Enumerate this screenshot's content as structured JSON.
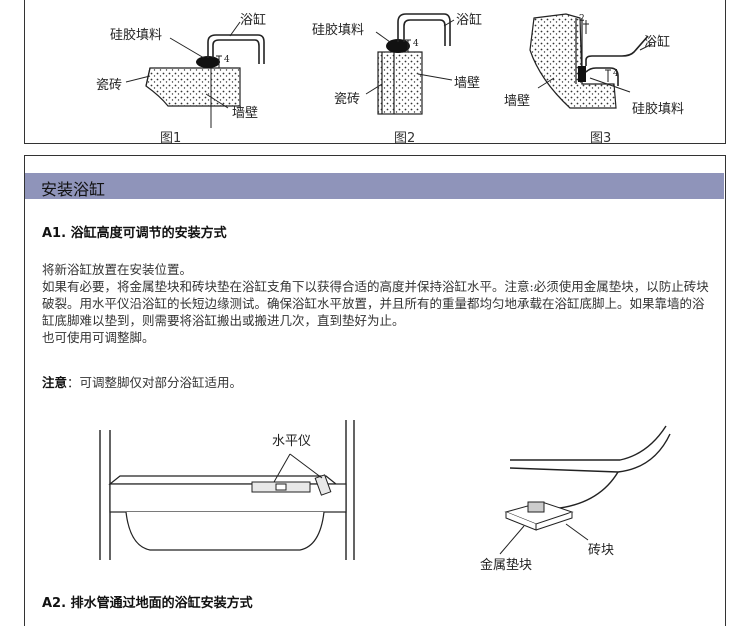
{
  "figures": [
    {
      "caption": "图1",
      "labels": {
        "sealant": "硅胶填料",
        "bathtub": "浴缸",
        "tile": "瓷砖",
        "wall": "墙壁",
        "gap": "4"
      }
    },
    {
      "caption": "图2",
      "labels": {
        "sealant": "硅胶填料",
        "bathtub": "浴缸",
        "tile": "瓷砖",
        "wall": "墙壁",
        "gap": "4"
      }
    },
    {
      "caption": "图3",
      "labels": {
        "sealant": "硅胶填料",
        "bathtub": "浴缸",
        "wall": "墙壁",
        "gap": "4",
        "gap2": "2"
      }
    }
  ],
  "section": {
    "title": "安装浴缸"
  },
  "a1": {
    "heading": "A1. 浴缸高度可调节的安装方式",
    "p1": "将新浴缸放置在安装位置。",
    "p2": "如果有必要，将金属垫块和砖块垫在浴缸支角下以获得合适的高度并保持浴缸水平。注意:必须使用金属垫块，以防止砖块破裂。用水平仪沿浴缸的长短边缘测试。确保浴缸水平放置，并且所有的重量都均匀地承载在浴缸底脚上。如果靠墙的浴缸底脚难以垫到，则需要将浴缸搬出或搬进几次，直到垫好为止。",
    "p3": "也可使用可调整脚。",
    "note_label": "注意",
    "note_text": "：可调整脚仅对部分浴缸适用。"
  },
  "illustrations": {
    "level": "水平仪",
    "metal_pad": "金属垫块",
    "brick": "砖块"
  },
  "a2": {
    "heading": "A2. 排水管通过地面的浴缸安装方式"
  }
}
